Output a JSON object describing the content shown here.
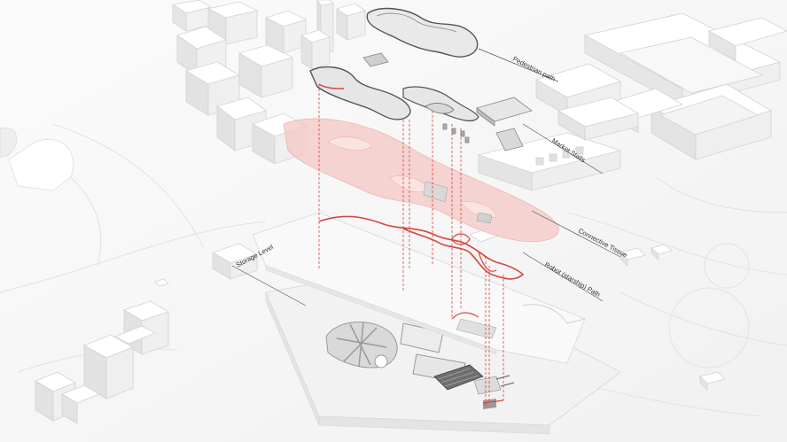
{
  "diagram": {
    "labels": {
      "pedestrian_path": "Pedestrian path",
      "market_stalls": "Market Stalls",
      "connective_tissue": "Connective Tissue",
      "robot_path": "Robot (starship) Path",
      "storage_level": "Storage Level"
    },
    "colors": {
      "background": "#f7f7f7",
      "building_top": "#ffffff",
      "building_side": "#e4e4e4",
      "building_edge": "#cfcfcf",
      "accent_red": "#d9443f",
      "tissue_fill": "#f3c4c0",
      "label_text": "#333333"
    }
  }
}
